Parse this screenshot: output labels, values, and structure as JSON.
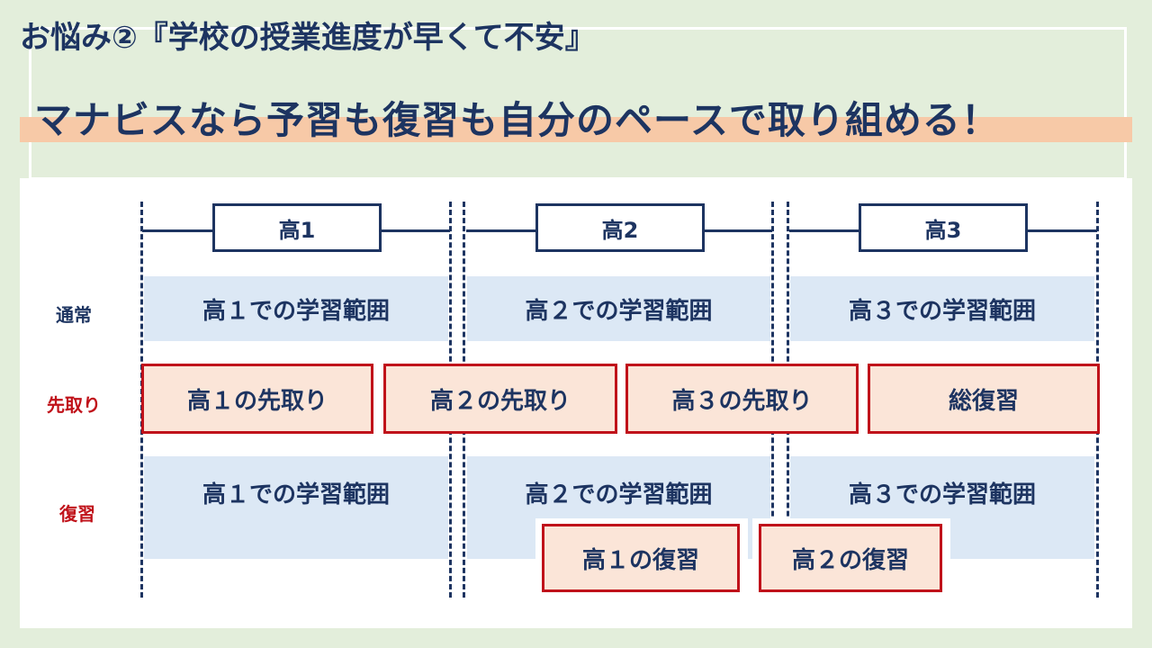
{
  "header": {
    "title": "お悩み②『学校の授業進度が早くて不安』",
    "headline": "マナビスなら予習も復習も自分のペースで取り組める！"
  },
  "years": [
    "高1",
    "高2",
    "高3"
  ],
  "rows": {
    "normal_label": "通常",
    "advance_label": "先取り",
    "review_label": "復習"
  },
  "normal": [
    "高１での学習範囲",
    "高２での学習範囲",
    "高３での学習範囲"
  ],
  "advance": [
    "高１の先取り",
    "高２の先取り",
    "高３の先取り",
    "総復習"
  ],
  "review_ranges": [
    "高１での学習範囲",
    "高２での学習範囲",
    "高３での学習範囲"
  ],
  "review_boxes": [
    "高１の復習",
    "高２の復習"
  ],
  "colors": {
    "navy": "#1d3461",
    "red_border": "#c0121a",
    "light_blue": "#dce8f5",
    "light_orange": "#fbe5d8",
    "highlight": "#f7c9a7",
    "background": "#e3eedb"
  }
}
